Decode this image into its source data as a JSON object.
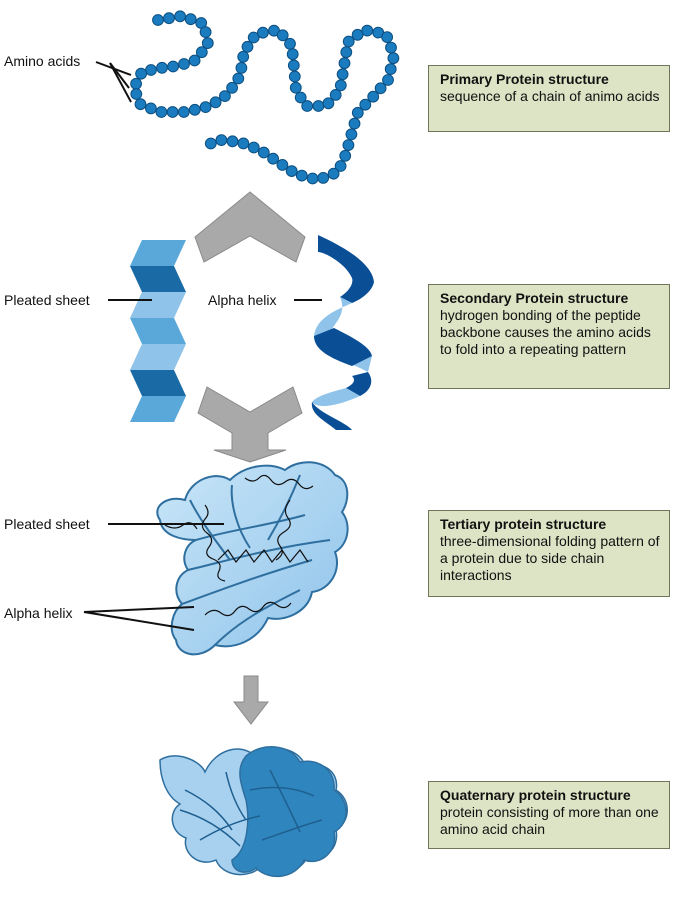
{
  "stages": [
    {
      "id": "primary",
      "title": "Primary Protein structure",
      "description": "sequence of a chain of animo acids",
      "labels": [
        "Amino acids"
      ]
    },
    {
      "id": "secondary",
      "title": "Secondary Protein structure",
      "description": "hydrogen bonding of the peptide backbone causes the amino acids to fold into a repeating pattern",
      "labels": [
        "Pleated sheet",
        "Alpha helix"
      ]
    },
    {
      "id": "tertiary",
      "title": "Tertiary protein structure",
      "description": "three-dimensional folding pattern of a protein due to side chain interactions",
      "labels": [
        "Pleated sheet",
        "Alpha helix"
      ]
    },
    {
      "id": "quaternary",
      "title": "Quaternary protein structure",
      "description": "protein consisting of more than one amino acid chain",
      "labels": []
    }
  ],
  "colors": {
    "bead": "#1a7bbf",
    "bead_edge": "#0d4f80",
    "helix_dark": "#0a4f96",
    "helix_light": "#8fc3ea",
    "sheet_dark": "#1a6aa6",
    "sheet_light": "#5aa8da",
    "tertiary_fill": "#b9dcf4",
    "tertiary_edge": "#2f6f9f",
    "quat_light": "#a7d1ef",
    "quat_dark": "#2f86bf",
    "arrow": "#a9a9a9",
    "box_bg": "#dde3c5"
  }
}
